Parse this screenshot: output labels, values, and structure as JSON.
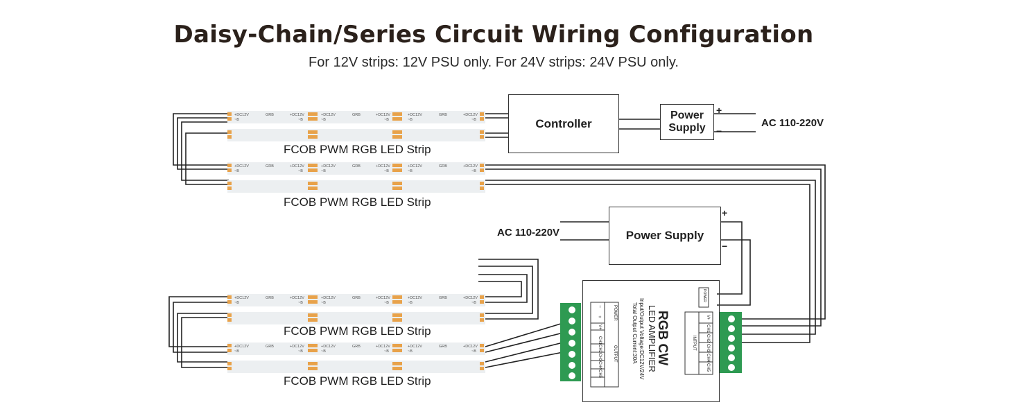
{
  "title": "Daisy-Chain/Series Circuit Wiring Configuration",
  "subtitle": "For 12V strips: 12V PSU only. For 24V strips: 24V PSU only.",
  "strips": [
    {
      "label": "FCOB PWM RGB LED Strip"
    },
    {
      "label": "FCOB PWM RGB LED Strip"
    },
    {
      "label": "FCOB PWM RGB LED Strip"
    },
    {
      "label": "FCOB PWM RGB LED Strip"
    }
  ],
  "strip_markings": {
    "top_left": "+DC12V",
    "top_sub": "~B",
    "middle": "GRB",
    "pad_top": "+DC12V",
    "pad_bottom": "~B"
  },
  "controller": {
    "label": "Controller"
  },
  "power_supply_top": {
    "label": "Power Supply",
    "plus": "+",
    "minus": "−",
    "input": "AC 110-220V"
  },
  "power_supply_bottom": {
    "label": "Power Supply",
    "plus": "+",
    "minus": "−",
    "input": "AC 110-220V"
  },
  "amplifier": {
    "name": "RGB CW",
    "subtitle": "LED AMPLIFIER",
    "spec1": "Input/Output Voltage:DC12V/24V",
    "spec2": "Total Output Current:30A",
    "output_header": "OUTPUT",
    "power_header": "POWER",
    "power_cells": [
      "−",
      "+"
    ],
    "output_cells": [
      "V+",
      "CH1",
      "CH2",
      "CH3",
      "CH4",
      "CH5"
    ],
    "input_header": "INTPUT",
    "input_cells": [
      "V+",
      "CH1",
      "CH2",
      "CH3",
      "CH4",
      "CH5"
    ],
    "power_badge": "POWER"
  },
  "colors": {
    "terminal": "#2e9a52",
    "strip": "#eceff1",
    "pad": "#e8a24a",
    "wire": "#222222"
  }
}
